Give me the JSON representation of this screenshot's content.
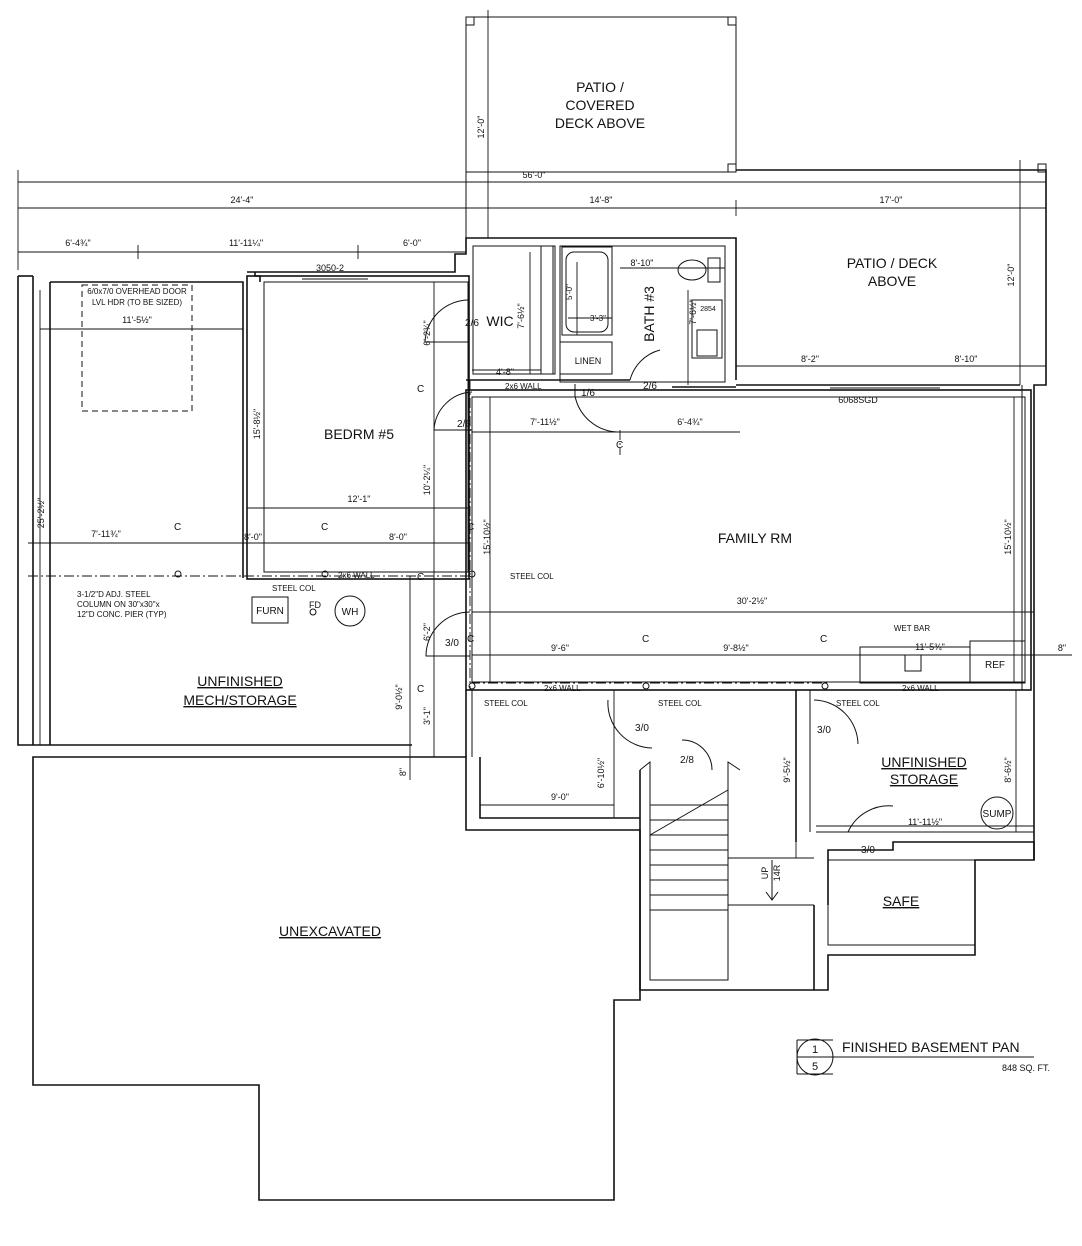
{
  "rooms": {
    "patio_covered": [
      "PATIO /",
      "COVERED",
      "DECK ABOVE"
    ],
    "patio_deck": [
      "PATIO /  DECK",
      "ABOVE"
    ],
    "wic": "WIC",
    "bath": "BATH #3",
    "linen": "LINEN",
    "bedroom": "BEDRM #5",
    "family": "FAMILY RM",
    "mech": [
      "UNFINISHED",
      "MECH/STORAGE"
    ],
    "storage": [
      "UNFINISHED",
      "STORAGE"
    ],
    "safe": "SAFE",
    "unexcavated": "UNEXCAVATED"
  },
  "fixtures": {
    "furnace": "FURN",
    "floor_drain": "FD",
    "water_heater": "WH",
    "sump": "SUMP",
    "refrigerator": "REF",
    "wet_bar": "WET BAR",
    "stair_up": "UP",
    "stair_risers": "14R"
  },
  "notes": {
    "overhead_door": [
      "6/0x7/0 OVERHEAD DOOR",
      "LVL HDR (TO BE SIZED)"
    ],
    "steel_column_spec": [
      "3-1/2\"D ADJ. STEEL",
      "COLUMN ON 30\"x30\"x",
      "12\"D CONC. PIER (TYP)"
    ],
    "steel_col": "STEEL COL",
    "wall_2x6": "2x6 WALL",
    "window_3050": "3050-2",
    "slider_6068": "6068SGD",
    "window_2854": "2854",
    "centerline": "C"
  },
  "doors": {
    "d26a": "2/6",
    "d26b": "2/6",
    "d26c": "2/6",
    "d16": "1/6",
    "d30a": "3/0",
    "d30b": "3/0",
    "d30c": "3/0",
    "d30d": "3/0",
    "d28": "2/8"
  },
  "dimensions": {
    "overall_56": "56'-0\"",
    "d24_4": "24'-4\"",
    "d14_8": "14'-8\"",
    "d17_0": "17'-0\"",
    "d6_4_3_4": "6'-4¾\"",
    "d11_11_1_4": "11'-11¼\"",
    "d6_0": "6'-0\"",
    "d12_0_patio": "12'-0\"",
    "d12_0_deck": "12'-0\"",
    "d11_5_1_2": "11'-5½\"",
    "d25_2_1_2": "25'-2½\"",
    "d15_8_1_2": "15'-8½\"",
    "d12_1": "12'-1\"",
    "d7_11_3_4": "7'-11¾\"",
    "d8_0a": "8'-0\"",
    "d8_0b": "8'-0\"",
    "d6_2_3_4": "6'-2¾\"",
    "d10_2_1_4": "10'-2¼\"",
    "d7_6_1_2": "7'-6½\"",
    "d4_8": "4'-8\"",
    "d5_0": "5'-0\"",
    "d3_3": "3'-3\"",
    "d8_10a": "8'-10\"",
    "d7_6_1_2b": "7'-6½\"",
    "d7_11_1_2": "7'-11½\"",
    "d6_4_3_4b": "6'-4¾\"",
    "d8_2": "8'-2\"",
    "d8_10b": "8'-10\"",
    "d15_10_1_2a": "15'-10½\"",
    "d15_10_1_2b": "15'-10½\"",
    "d30_2_1_2": "30'-2½\"",
    "d9_6": "9'-6\"",
    "d9_8_1_2": "9'-8½\"",
    "d11_5_3_4": "11'-5¾\"",
    "d8_in": "8\"",
    "d6_2": "6'-2\"",
    "d9_0_1_2": "9'-0½\"",
    "d3_1": "3'-1\"",
    "d8_in_b": "8\"",
    "d6_10_1_2": "6'-10½\"",
    "d9_5_1_2": "9'-5½\"",
    "d8_6_1_2": "8'-6½\"",
    "d9_0": "9'-0\"",
    "d11_11_1_2": "11'-11½\""
  },
  "title_block": {
    "detail_number": "1",
    "sheet_number": "5",
    "title": "FINISHED BASEMENT PAN",
    "area": "848 SQ. FT."
  }
}
